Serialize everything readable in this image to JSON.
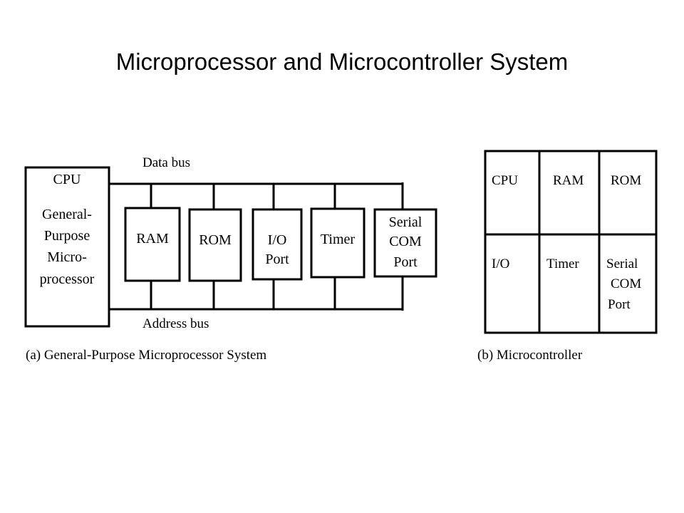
{
  "title": "Microprocessor and Microcontroller System",
  "diagram_a": {
    "data_bus_label": "Data bus",
    "address_bus_label": "Address bus",
    "cpu": {
      "label": "CPU",
      "lines": [
        "General-",
        "Purpose",
        "Micro-",
        "processor"
      ]
    },
    "modules": [
      {
        "id": "ram",
        "lines": [
          "RAM"
        ]
      },
      {
        "id": "rom",
        "lines": [
          "ROM"
        ]
      },
      {
        "id": "io-port",
        "lines": [
          "I/O",
          "Port"
        ]
      },
      {
        "id": "timer",
        "lines": [
          "Timer"
        ]
      },
      {
        "id": "serial-com-port",
        "lines": [
          "Serial",
          "COM",
          "Port"
        ]
      }
    ],
    "caption": "(a) General-Purpose Microprocessor System"
  },
  "diagram_b": {
    "cells": [
      {
        "id": "cpu",
        "lines": [
          "CPU"
        ]
      },
      {
        "id": "ram",
        "lines": [
          "RAM"
        ]
      },
      {
        "id": "rom",
        "lines": [
          "ROM"
        ]
      },
      {
        "id": "io",
        "lines": [
          "I/O"
        ]
      },
      {
        "id": "timer",
        "lines": [
          "Timer"
        ]
      },
      {
        "id": "serial-com-port",
        "lines": [
          "Serial",
          "COM",
          "Port"
        ]
      }
    ],
    "caption": "(b) Microcontroller"
  }
}
